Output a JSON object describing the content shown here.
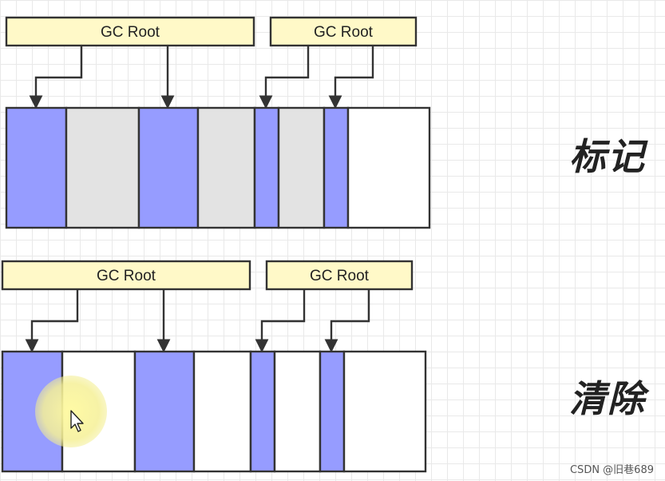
{
  "diagram": {
    "root_label": "GC Root",
    "mark_label": "标记",
    "sweep_label": "清除",
    "watermark": "CSDN @旧巷689",
    "colors": {
      "reachable": "#969cff",
      "garbage": "#e3e3e3",
      "free": "#ffffff",
      "root_box": "#fff9c8",
      "stroke": "#333333"
    },
    "mark_phase": {
      "segments": [
        "reachable",
        "garbage",
        "reachable",
        "garbage",
        "reachable",
        "garbage",
        "reachable",
        "free"
      ]
    },
    "sweep_phase": {
      "segments": [
        "reachable",
        "free",
        "reachable",
        "free",
        "reachable",
        "free",
        "reachable",
        "free"
      ]
    }
  }
}
